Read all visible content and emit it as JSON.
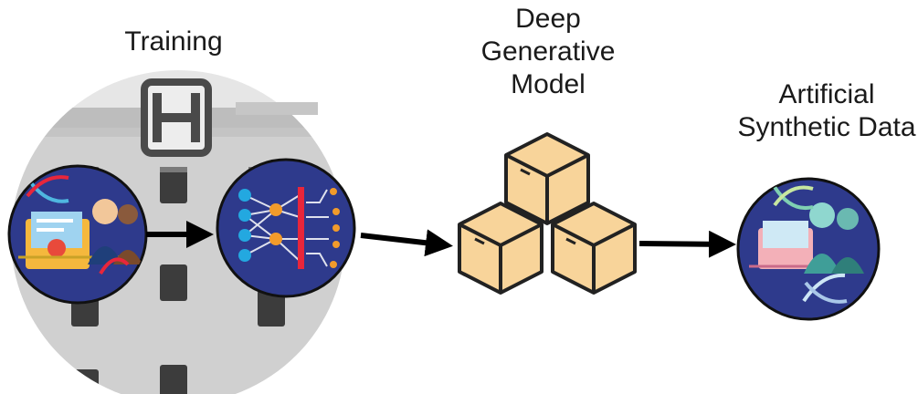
{
  "labels": {
    "training": "Training",
    "model_line1": "Deep",
    "model_line2": "Generative",
    "model_line3": "Model",
    "output_line1": "Artificial",
    "output_line2": "Synthetic Data"
  },
  "icons": {
    "hospital": "hospital-icon",
    "patient_data": "patient-data-icon",
    "neural_network": "neural-network-icon",
    "model": "cubes-icon",
    "synthetic": "synthetic-data-icon"
  },
  "colors": {
    "circle_bg": "#2e3a8c",
    "building": "#cfcfcf",
    "building_dark": "#4a4a4a",
    "cube_fill": "#f8d49a",
    "cube_stroke": "#222222",
    "arrow": "#000000",
    "node_blue": "#23a8e0",
    "node_orange": "#f29b2b",
    "node_red": "#e8263b"
  }
}
